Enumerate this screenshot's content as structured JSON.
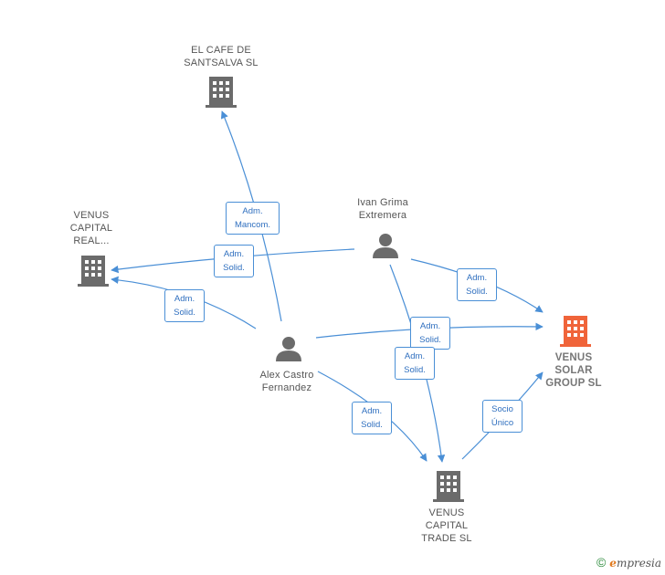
{
  "nodes": {
    "cafe": {
      "label": "EL CAFE DE\nSANTSALVA  SL"
    },
    "real": {
      "label": "VENUS\nCAPITAL\nREAL..."
    },
    "ivan": {
      "label": "Ivan Grima\nExtremera"
    },
    "alex": {
      "label": "Alex Castro\nFernandez"
    },
    "solar": {
      "label": "VENUS\nSOLAR\nGROUP  SL"
    },
    "trade": {
      "label": "VENUS\nCAPITAL\nTRADE  SL"
    }
  },
  "edges": {
    "alex_cafe": "Adm.\nMancom.",
    "ivan_real": "Adm.\nSolid.",
    "alex_real": "Adm.\nSolid.",
    "ivan_solar": "Adm.\nSolid.",
    "alex_solar": "Adm.\nSolid.",
    "ivan_trade": "Adm.\nSolid.",
    "alex_trade": "Adm.\nSolid.",
    "trade_solar": "Socio\nÚnico"
  },
  "colors": {
    "edge": "#4a8fd6",
    "company": "#6b6b6b",
    "focus": "#f0643a",
    "person": "#6b6b6b"
  },
  "icons": {
    "company": "building-icon",
    "person": "person-icon"
  },
  "footer": {
    "copyright": "©",
    "brand_initial": "e",
    "brand_rest": "mpresia"
  }
}
